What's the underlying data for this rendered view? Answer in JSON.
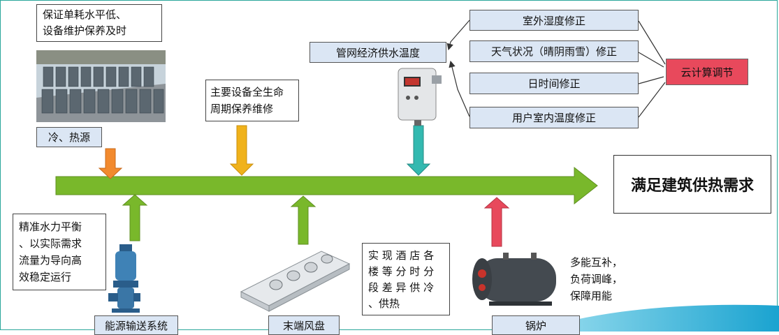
{
  "top_note": "保证单耗水平低、\n设备维护保养及时",
  "source_label": "冷、热源",
  "maintenance_note": "主要设备全生命\n周期保养维修",
  "pipe_temp_label": "管网经济供水温度",
  "corrections": [
    "室外湿度修正",
    "天气状况（晴阴雨雪）修正",
    "日时间修正",
    "用户室内温度修正"
  ],
  "cloud_label": "云计算调节",
  "goal_label": "满足建筑供热需求",
  "hydraulic_note": "精准水力平衡\n、以实际需求\n流量为导向高\n效稳定运行",
  "pump_label": "能源输送系统",
  "fancoil_label": "末端风盘",
  "hotel_note": "实 现 酒 店 各\n楼 等 分 时 分\n段 差 异 供 冷\n、供热",
  "boiler_label": "锅炉",
  "multi_note": "多能互补，\n负荷调峰，\n保障用能",
  "colors": {
    "main_arrow": "#79b82b",
    "orange_arrow": "#f28a2e",
    "yellow_arrow": "#f0b21b",
    "teal_arrow": "#33b9b0",
    "red_arrow": "#e8495c",
    "label_fill": "#dbe6f4",
    "cloud_fill": "#e8495c",
    "accent_wave": "#2bb5d8"
  }
}
